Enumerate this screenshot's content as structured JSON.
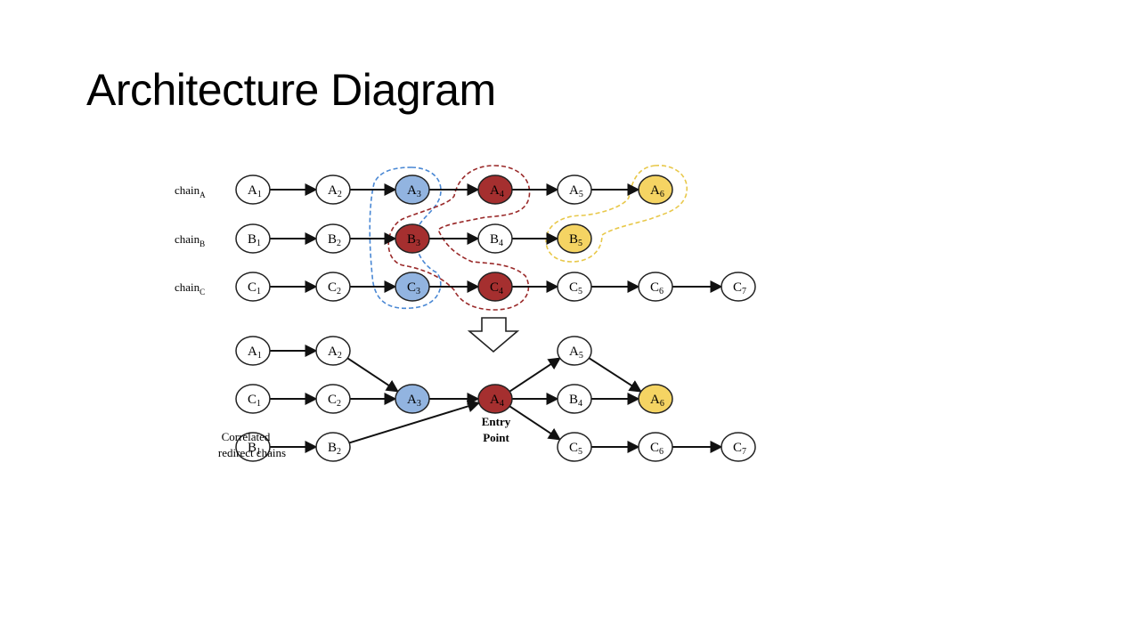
{
  "slide": {
    "title": "Architecture Diagram"
  },
  "colors": {
    "blue": "#92b4e0",
    "red": "#a52f2f",
    "yellow": "#f5d463",
    "white": "#ffffff",
    "stroke": "#222222"
  },
  "chains": [
    {
      "label": "chain",
      "sub": "A"
    },
    {
      "label": "chain",
      "sub": "B"
    },
    {
      "label": "chain",
      "sub": "C"
    }
  ],
  "top_nodes": [
    {
      "id": "tA1",
      "letter": "A",
      "sub": "1",
      "fill": "white"
    },
    {
      "id": "tA2",
      "letter": "A",
      "sub": "2",
      "fill": "white"
    },
    {
      "id": "tA3",
      "letter": "A",
      "sub": "3",
      "fill": "blue"
    },
    {
      "id": "tA4",
      "letter": "A",
      "sub": "4",
      "fill": "red"
    },
    {
      "id": "tA5",
      "letter": "A",
      "sub": "5",
      "fill": "white"
    },
    {
      "id": "tA6",
      "letter": "A",
      "sub": "6",
      "fill": "yellow"
    },
    {
      "id": "tB1",
      "letter": "B",
      "sub": "1",
      "fill": "white"
    },
    {
      "id": "tB2",
      "letter": "B",
      "sub": "2",
      "fill": "white"
    },
    {
      "id": "tB3",
      "letter": "B",
      "sub": "3",
      "fill": "red"
    },
    {
      "id": "tB4",
      "letter": "B",
      "sub": "4",
      "fill": "white"
    },
    {
      "id": "tB5",
      "letter": "B",
      "sub": "5",
      "fill": "yellow"
    },
    {
      "id": "tC1",
      "letter": "C",
      "sub": "1",
      "fill": "white"
    },
    {
      "id": "tC2",
      "letter": "C",
      "sub": "2",
      "fill": "white"
    },
    {
      "id": "tC3",
      "letter": "C",
      "sub": "3",
      "fill": "blue"
    },
    {
      "id": "tC4",
      "letter": "C",
      "sub": "4",
      "fill": "red"
    },
    {
      "id": "tC5",
      "letter": "C",
      "sub": "5",
      "fill": "white"
    },
    {
      "id": "tC6",
      "letter": "C",
      "sub": "6",
      "fill": "white"
    },
    {
      "id": "tC7",
      "letter": "C",
      "sub": "7",
      "fill": "white"
    }
  ],
  "top_edges": [
    [
      "tA1",
      "tA2"
    ],
    [
      "tA2",
      "tA3"
    ],
    [
      "tA3",
      "tA4"
    ],
    [
      "tA4",
      "tA5"
    ],
    [
      "tA5",
      "tA6"
    ],
    [
      "tB1",
      "tB2"
    ],
    [
      "tB2",
      "tB3"
    ],
    [
      "tB3",
      "tB4"
    ],
    [
      "tB4",
      "tB5"
    ],
    [
      "tC1",
      "tC2"
    ],
    [
      "tC2",
      "tC3"
    ],
    [
      "tC3",
      "tC4"
    ],
    [
      "tC4",
      "tC5"
    ],
    [
      "tC5",
      "tC6"
    ],
    [
      "tC6",
      "tC7"
    ]
  ],
  "bottom_nodes": [
    {
      "id": "bA1",
      "letter": "A",
      "sub": "1",
      "fill": "white"
    },
    {
      "id": "bA2",
      "letter": "A",
      "sub": "2",
      "fill": "white"
    },
    {
      "id": "bC1",
      "letter": "C",
      "sub": "1",
      "fill": "white"
    },
    {
      "id": "bC2",
      "letter": "C",
      "sub": "2",
      "fill": "white"
    },
    {
      "id": "bB1",
      "letter": "B",
      "sub": "1",
      "fill": "white"
    },
    {
      "id": "bB2",
      "letter": "B",
      "sub": "2",
      "fill": "white"
    },
    {
      "id": "bA3",
      "letter": "A",
      "sub": "3",
      "fill": "blue"
    },
    {
      "id": "bA4",
      "letter": "A",
      "sub": "4",
      "fill": "red"
    },
    {
      "id": "bA5",
      "letter": "A",
      "sub": "5",
      "fill": "white"
    },
    {
      "id": "bB4",
      "letter": "B",
      "sub": "4",
      "fill": "white"
    },
    {
      "id": "bC5",
      "letter": "C",
      "sub": "5",
      "fill": "white"
    },
    {
      "id": "bA6",
      "letter": "A",
      "sub": "6",
      "fill": "yellow"
    },
    {
      "id": "bC6",
      "letter": "C",
      "sub": "6",
      "fill": "white"
    },
    {
      "id": "bC7",
      "letter": "C",
      "sub": "7",
      "fill": "white"
    }
  ],
  "bottom_edges": [
    [
      "bA1",
      "bA2"
    ],
    [
      "bC1",
      "bC2"
    ],
    [
      "bB1",
      "bB2"
    ],
    [
      "bA2",
      "bA3"
    ],
    [
      "bC2",
      "bA3"
    ],
    [
      "bA3",
      "bA4"
    ],
    [
      "bB2",
      "bA4"
    ],
    [
      "bA4",
      "bA5"
    ],
    [
      "bA4",
      "bB4"
    ],
    [
      "bA4",
      "bC5"
    ],
    [
      "bA5",
      "bA6"
    ],
    [
      "bB4",
      "bA6"
    ],
    [
      "bC5",
      "bC6"
    ],
    [
      "bC6",
      "bC7"
    ]
  ],
  "entry_point": {
    "line1": "Entry",
    "line2": "Point"
  },
  "correlated": {
    "line1": "Correlated",
    "line2": "redirect chains"
  }
}
